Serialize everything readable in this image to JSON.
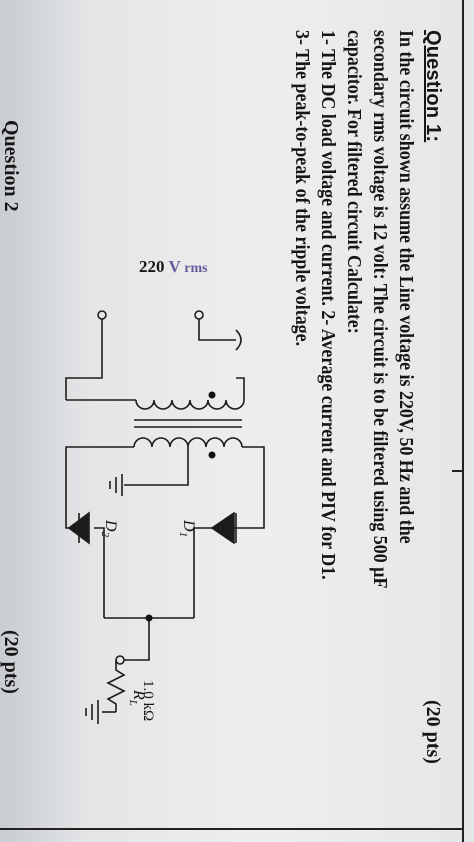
{
  "question": {
    "title": "Question 1:",
    "points": "(20 pts)",
    "lines": [
      "In the circuit shown assume the Line voltage is 220V, 50 Hz and the",
      "secondary rms voltage is 12 volt: The circuit is to be filtered using 500 µF",
      "capacitor. For filtered circuit Calculate:",
      "1- The DC load voltage and current.  2- Average current and PIV for D1.",
      "3- The peak-to-peak of the ripple voltage."
    ]
  },
  "circuit": {
    "source_voltage": "220",
    "source_unit": " V",
    "source_suffix": " rms",
    "diode1_label": "D",
    "diode1_sub": "1",
    "diode2_label": "D",
    "diode2_sub": "2",
    "load_label": "R",
    "load_sub": "L",
    "load_value": "1.0 kΩ"
  },
  "partial_text": {
    "bottom": "(20 pts)",
    "left": "Question 2"
  },
  "colors": {
    "accent_text": "#6a5a9a",
    "ink": "#161616"
  }
}
